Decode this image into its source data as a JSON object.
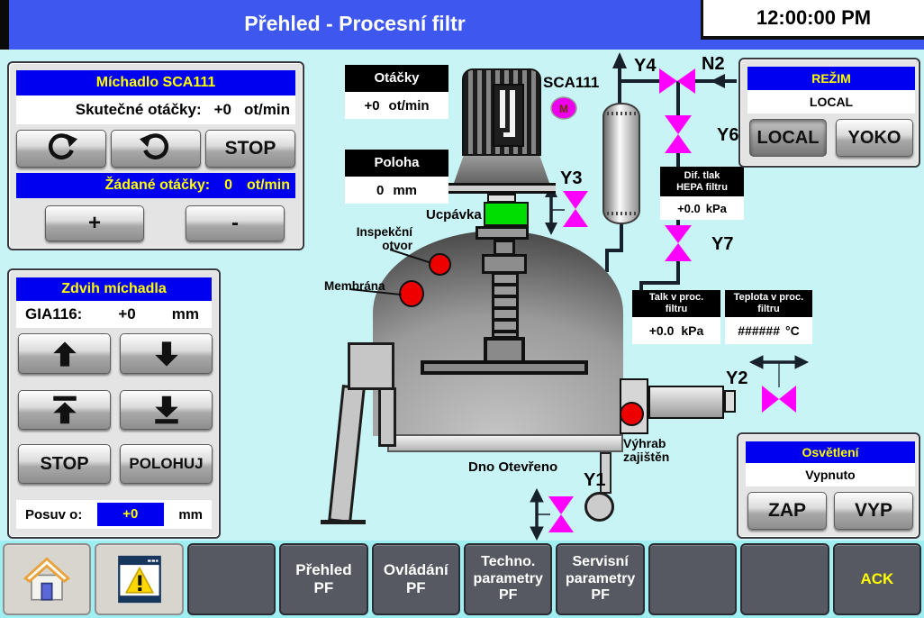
{
  "header": {
    "title": "Přehled - Procesní filtr",
    "clock": "12:00:00 PM"
  },
  "mixer_panel": {
    "title": "Míchadlo SCA111",
    "actual_label": "Skutečné otáčky:",
    "actual_value": "+0",
    "actual_unit": "ot/min",
    "stop_label": "STOP",
    "setpoint_label": "Žádané otáčky:",
    "setpoint_value": "0",
    "setpoint_unit": "ot/min",
    "plus_label": "+",
    "minus_label": "-"
  },
  "lift_panel": {
    "title": "Zdvih míchadla",
    "tag_label": "GIA116:",
    "value": "+0",
    "unit": "mm",
    "stop_label": "STOP",
    "position_label": "POLOHUJ",
    "step_label": "Posuv o:",
    "step_value": "+0",
    "step_unit": "mm"
  },
  "mode_panel": {
    "title": "REŽIM",
    "value": "LOCAL",
    "local_label": "LOCAL",
    "yoko_label": "YOKO"
  },
  "light_panel": {
    "title": "Osvětlení",
    "value": "Vypnuto",
    "on_label": "ZAP",
    "off_label": "VYP"
  },
  "indicators": {
    "speed": {
      "title": "Otáčky",
      "value": "+0",
      "unit": "ot/min"
    },
    "position": {
      "title": "Poloha",
      "value": "0",
      "unit": "mm"
    },
    "hepa_dp": {
      "title": "Dif. tlak\nHEPA filtru",
      "value": "+0.0",
      "unit": "kPa"
    },
    "proc_pressure": {
      "title": "Talk v proc.\nfiltru",
      "value": "+0.0",
      "unit": "kPa"
    },
    "proc_temp": {
      "title": "Teplota v proc.\nfiltru",
      "value": "######",
      "unit": "°C"
    }
  },
  "diagram": {
    "motor_tag": "SCA111",
    "motor_symbol": "M",
    "n2_label": "N2",
    "valve_y1": "Y1",
    "valve_y2": "Y2",
    "valve_y3": "Y3",
    "valve_y4": "Y4",
    "valve_y6": "Y6",
    "valve_y7": "Y7",
    "gland_label": "Ucpávka",
    "inspection_label": "Inspekční\notvor",
    "membrane_label": "Membrána",
    "scraper_label": "Výhrab\nzajištěn",
    "bottom_label": "Dno Otevřeno"
  },
  "nav": {
    "items": [
      {
        "label": ""
      },
      {
        "label": ""
      },
      {
        "label": ""
      },
      {
        "label": "Přehled\nPF"
      },
      {
        "label": "Ovládání\nPF"
      },
      {
        "label": "Techno.\nparametry\nPF"
      },
      {
        "label": "Servisní\nparametry\nPF"
      },
      {
        "label": ""
      },
      {
        "label": ""
      },
      {
        "label": "ACK"
      }
    ]
  },
  "colors": {
    "header_blue": "#3d57ef",
    "panel_title_blue": "#0000f0",
    "highlight_yellow": "#ffff00",
    "valve_magenta": "#ff00ff",
    "alarm_red": "#ee0000",
    "ok_green": "#00dd00",
    "background_cyan": "#c9f4f6",
    "pipe_dark": "#17212b"
  }
}
